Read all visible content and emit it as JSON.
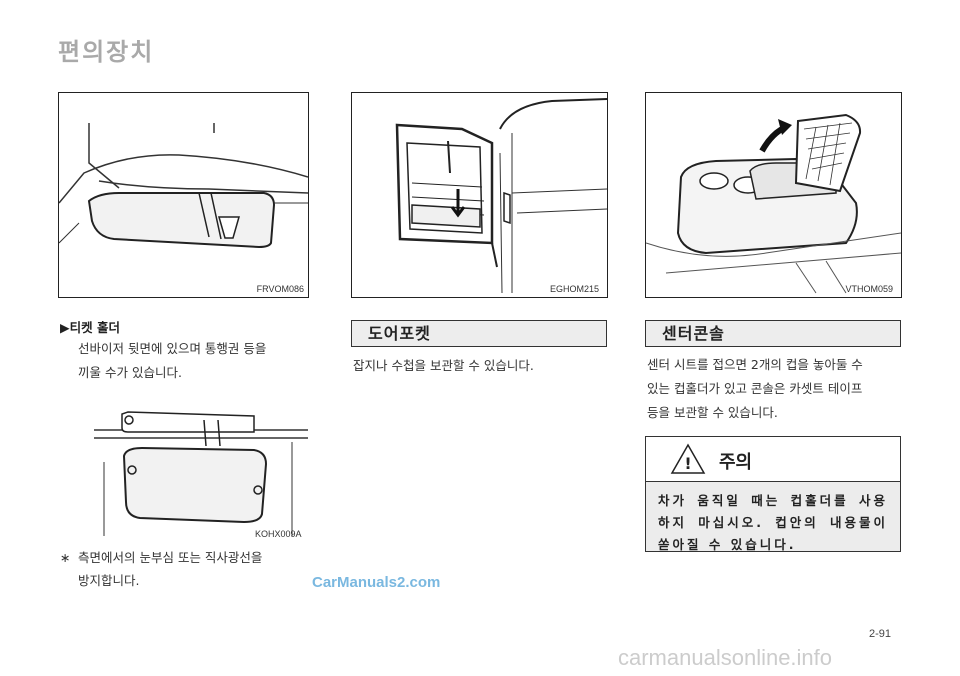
{
  "page": {
    "title": "편의장치",
    "page_number": "2-91",
    "watermark_top": "CarManuals2.com",
    "watermark_bottom": "carmanualsonline.info"
  },
  "left": {
    "figure_code": "FRVOM086",
    "ticket_holder_heading": "▶티켓 홀더",
    "ticket_holder_line1": "선바이저 뒷면에 있으며 통행권 등을",
    "ticket_holder_line2": "끼울 수가 있습니다.",
    "figure2_code": "KOHX009A",
    "note_mark": "∗",
    "note_line1": "측면에서의 눈부심 또는 직사광선을",
    "note_line2": "방지합니다."
  },
  "middle": {
    "figure_code": "EGHOM215",
    "heading": "도어포켓",
    "text": "잡지나 수첩을 보관할 수 있습니다."
  },
  "right": {
    "figure_code": "VTHOM059",
    "heading": "센터콘솔",
    "text_line1": "센터 시트를 접으면 2개의 컵을 놓아둘 수",
    "text_line2": "있는 컵홀더가 있고 콘솔은 카셋트 테이프",
    "text_line3": "등을 보관할 수 있습니다.",
    "caution": {
      "title": "주의",
      "icon_mark": "!",
      "line1": "차가 움직일 때는 컵홀더를 사용",
      "line2": "하지 마십시오. 컵안의 내용물이",
      "line3": "쏟아질 수 있습니다."
    }
  }
}
